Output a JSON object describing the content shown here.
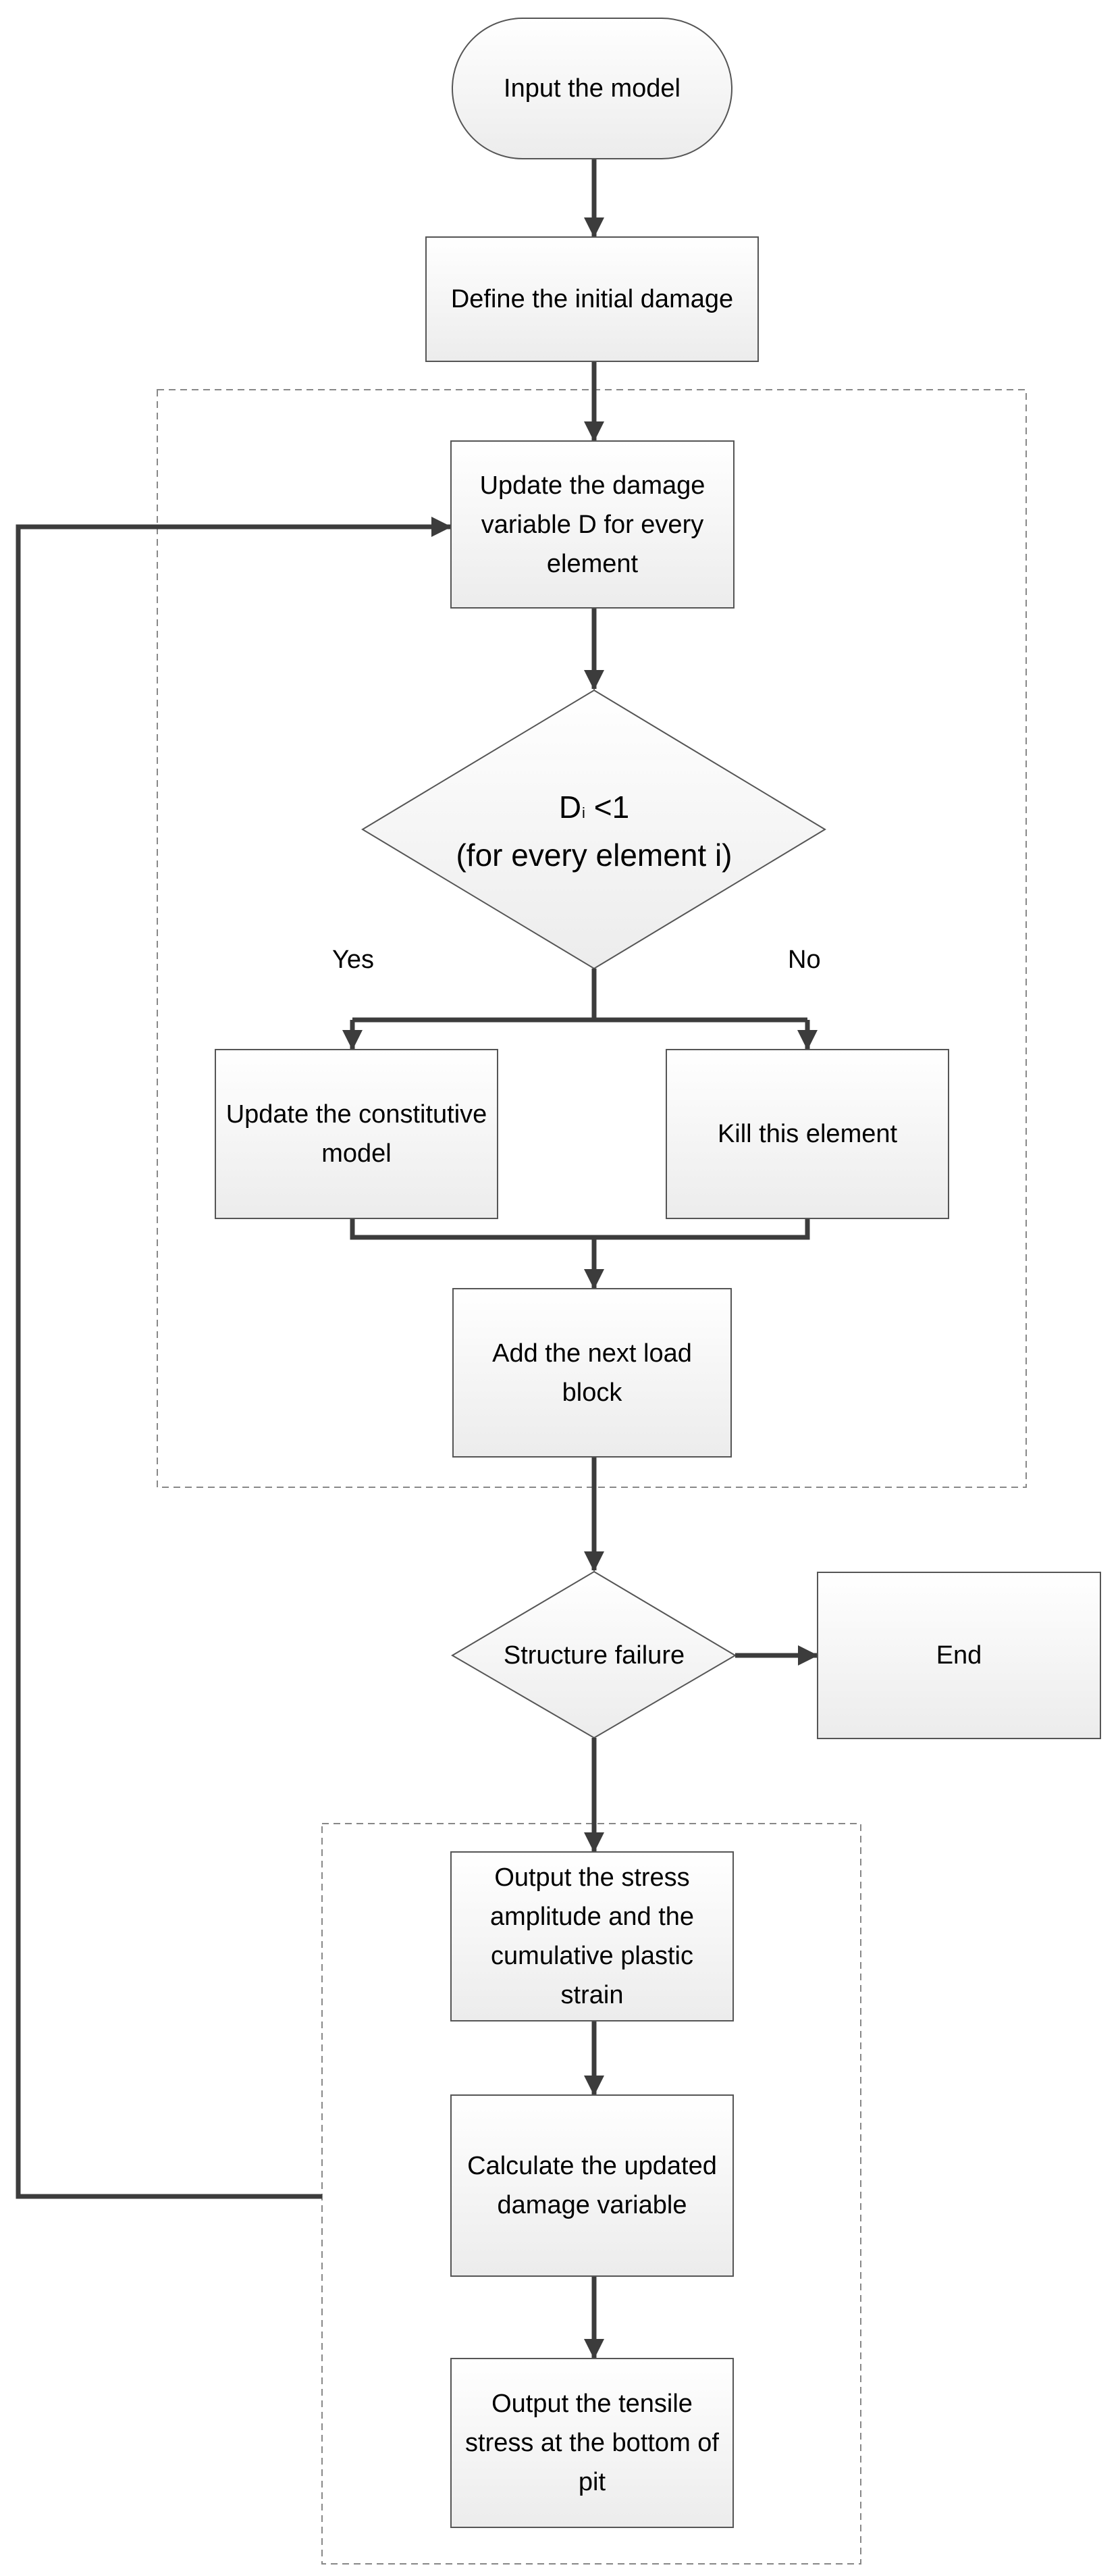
{
  "nodes": {
    "input_model": "Input the model",
    "define_damage": "Define the initial damage",
    "update_damage": "Update the damage variable D for every element",
    "decision1": {
      "var": "D",
      "sub": "i",
      "cond": " <1",
      "line2": "(for every element i)"
    },
    "update_constitutive": "Update the constitutive model",
    "kill_element": "Kill this element",
    "add_load": "Add the next load block",
    "structure_failure": "Structure failure",
    "end": "End",
    "output_stress": "Output the stress amplitude and the cumulative plastic strain",
    "calc_damage": "Calculate the updated damage variable",
    "output_tensile": "Output the tensile stress at the bottom of pit"
  },
  "labels": {
    "yes": "Yes",
    "no": "No"
  },
  "colors": {
    "line": "#3c3c3c",
    "border": "#555555",
    "dashed": "#888888",
    "fill_top": "#ffffff",
    "fill_bottom": "#ececec"
  }
}
